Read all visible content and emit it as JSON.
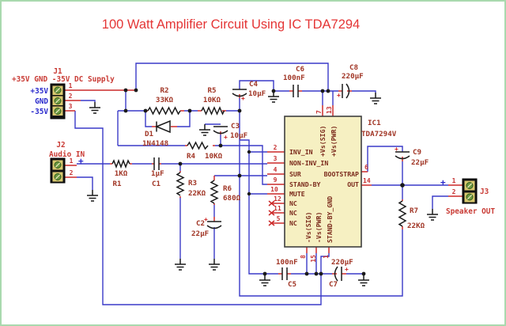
{
  "page": {
    "title": "100 Watt Amplifier Circuit Using IC TDA7294"
  },
  "colors": {
    "wire": "#3a3ac8",
    "stub": "#cc2a2a",
    "label": "#a13626",
    "title": "#e43535",
    "ic_fill": "#f6f0c2",
    "border": "#a9d9ae"
  },
  "connectors": {
    "j1": {
      "ref": "J1",
      "desc": "+35V GND -35V DC Supply",
      "pin1": "1",
      "pin2": "2",
      "pin3": "3",
      "rail1": "+35V",
      "rail2": "GND",
      "rail3": "-35V"
    },
    "j2": {
      "ref": "J2",
      "desc": "Audio IN",
      "pin1": "1",
      "pin2": "2",
      "plus": "+"
    },
    "j3": {
      "ref": "J3",
      "desc": "Speaker OUT",
      "pin1": "1",
      "pin2": "2",
      "plus": "+"
    }
  },
  "components": {
    "r1": {
      "ref": "R1",
      "value": "1KΩ"
    },
    "r2": {
      "ref": "R2",
      "value": "33KΩ"
    },
    "r3": {
      "ref": "R3",
      "value": "22KΩ"
    },
    "r4": {
      "ref": "R4",
      "value": "10KΩ"
    },
    "r5": {
      "ref": "R5",
      "value": "10KΩ"
    },
    "r6": {
      "ref": "R6",
      "value": "680Ω"
    },
    "r7": {
      "ref": "R7",
      "value": "22KΩ"
    },
    "c1": {
      "ref": "C1",
      "value": "1µF"
    },
    "c2": {
      "ref": "C2",
      "value": "22µF"
    },
    "c3": {
      "ref": "C3",
      "value": "10µF"
    },
    "c4": {
      "ref": "C4",
      "value": "10µF"
    },
    "c5": {
      "ref": "C5",
      "value": "100nF"
    },
    "c6": {
      "ref": "C6",
      "value": "100nF"
    },
    "c7": {
      "ref": "C7",
      "value": "220µF"
    },
    "c8": {
      "ref": "C8",
      "value": "220µF"
    },
    "c9": {
      "ref": "C9",
      "value": "22µF"
    },
    "d1": {
      "ref": "D1",
      "value": "1N4148"
    },
    "plus": "+"
  },
  "ic": {
    "ref": "IC1",
    "part": "TDA7294V",
    "left_pins": [
      {
        "num": "2",
        "name": "INV_IN"
      },
      {
        "num": "3",
        "name": "NON-INV_IN"
      },
      {
        "num": "4",
        "name": "SUR"
      },
      {
        "num": "9",
        "name": "STAND-BY"
      },
      {
        "num": "10",
        "name": "MUTE"
      },
      {
        "num": "12",
        "name": "NC"
      },
      {
        "num": "11",
        "name": "NC"
      },
      {
        "num": "5",
        "name": "NC"
      }
    ],
    "right_pins": [
      {
        "num": "6",
        "name": "BOOTSTRAP"
      },
      {
        "num": "14",
        "name": "OUT"
      }
    ],
    "top_pins": [
      {
        "num": "7",
        "name": "+Vs(SIG)"
      },
      {
        "num": "13",
        "name": "+Vs(PWR)"
      }
    ],
    "bottom_pins": [
      {
        "num": "8",
        "name": "-Vs(SIG)"
      },
      {
        "num": "15",
        "name": "-Vs(PWR)"
      },
      {
        "num": "1",
        "name": "STAND-BY_GND"
      }
    ]
  }
}
